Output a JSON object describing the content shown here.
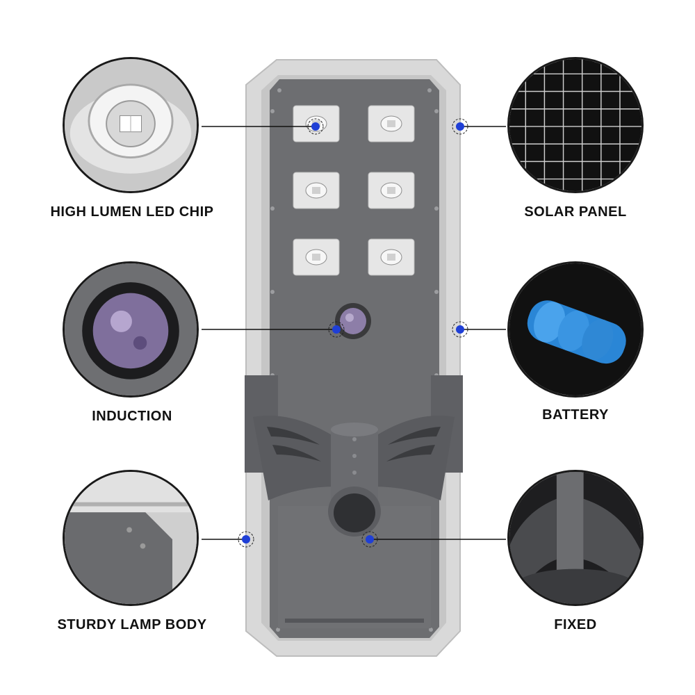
{
  "labels": {
    "led_chip": "HIGH LUMEN LED CHIP",
    "solar_panel": "SOLAR PANEL",
    "induction": "INDUCTION",
    "battery": "BATTERY",
    "lamp_body": "STURDY LAMP BODY",
    "fixed": "FIXED"
  },
  "colors": {
    "frame": "#d9d9d9",
    "panel": "#6d6e71",
    "bracket": "#5f6064",
    "marker": "#1f3fd6",
    "line": "#111111"
  },
  "icons": [
    "led-lens-icon",
    "solar-cells-icon",
    "sensor-icon",
    "battery-icon",
    "corner-icon",
    "bracket-icon"
  ]
}
